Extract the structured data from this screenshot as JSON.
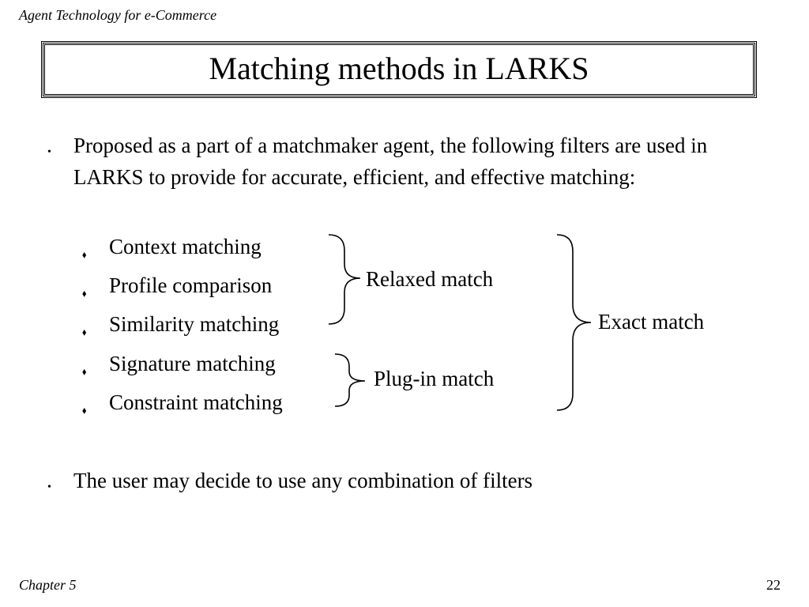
{
  "header": {
    "text": "Agent Technology for e-Commerce"
  },
  "title": "Matching methods in LARKS",
  "bullets": [
    {
      "symbol": "•",
      "text": "Proposed as a part of a matchmaker agent, the following filters are used in LARKS to provide for accurate, efficient, and effective matching:"
    },
    {
      "symbol": "•",
      "text": "The user may decide to use any combination of filters"
    }
  ],
  "sub_items": [
    {
      "symbol": "⬧",
      "label": "Context matching"
    },
    {
      "symbol": "⬧",
      "label": "Profile comparison"
    },
    {
      "symbol": "⬧",
      "label": "Similarity matching"
    },
    {
      "symbol": "⬧",
      "label": "Signature matching"
    },
    {
      "symbol": "⬧",
      "label": "Constraint matching"
    }
  ],
  "groups": {
    "relaxed": "Relaxed match",
    "plugin": "Plug-in match",
    "exact": "Exact match"
  },
  "footer": {
    "chapter": "Chapter 5",
    "page": "22"
  }
}
